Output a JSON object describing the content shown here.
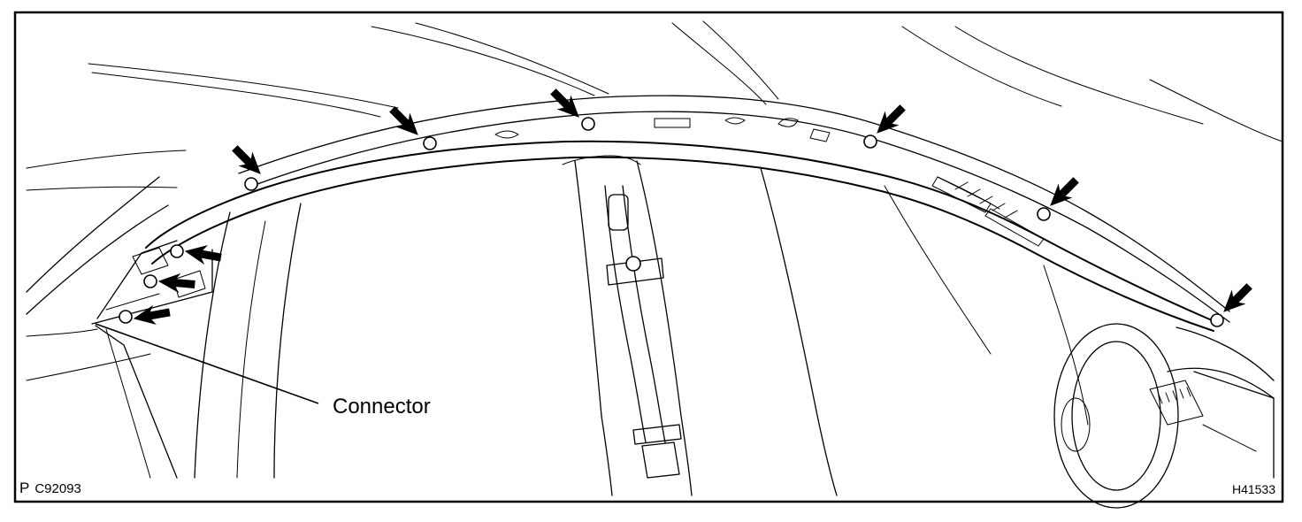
{
  "figure": {
    "callout": "Connector",
    "code_prefix": "P",
    "code": "C92093",
    "figure_id": "H41533"
  }
}
